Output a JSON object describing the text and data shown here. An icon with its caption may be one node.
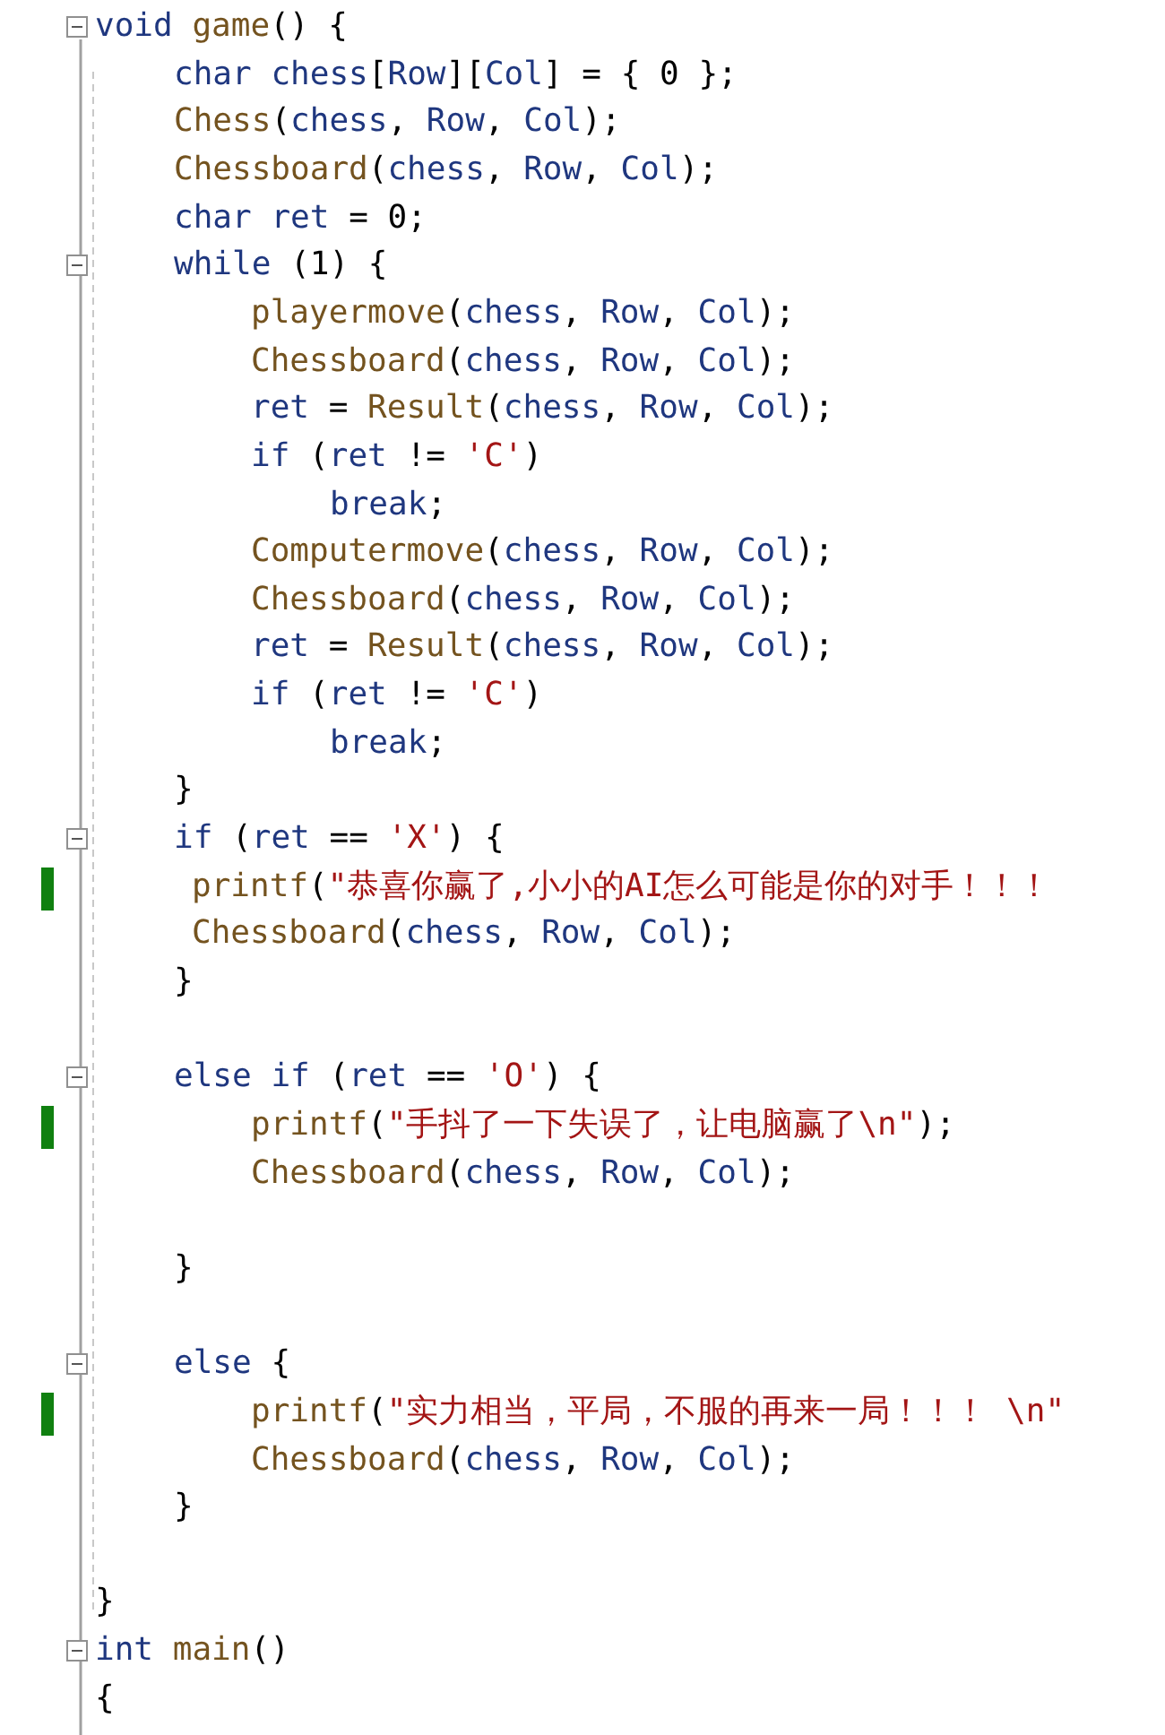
{
  "diagram": {
    "labels": [
      "void game() {",
      "char chess[Row][Col] = { 0 };",
      "Chess(chess, Row, Col);",
      "Chessboard(chess, Row, Col);",
      "char ret = 0;",
      "while (1) {",
      "playermove(chess, Row, Col);",
      "Chessboard(chess, Row, Col);",
      "ret = Result(chess, Row, Col);",
      "if (ret != 'C')",
      "break;",
      "Computermove(chess, Row, Col);",
      "Chessboard(chess, Row, Col);",
      "ret = Result(chess, Row, Col);",
      "if (ret != 'C')",
      "break;",
      "}",
      "if (ret == 'X') {",
      "printf(\"恭喜你赢了,小小的AI怎么可能是你的对手！！！",
      "Chessboard(chess, Row, Col);",
      "}",
      "else if (ret == 'O') {",
      "printf(\"手抖了一下失误了，让电脑赢了\\n\");",
      "Chessboard(chess, Row, Col);",
      "}",
      "else {",
      "printf(\"实力相当，平局，不服的再来一局！！！ \\n\"",
      "Chessboard(chess, Row, Col);",
      "}",
      "}",
      "int main()",
      "{"
    ]
  }
}
